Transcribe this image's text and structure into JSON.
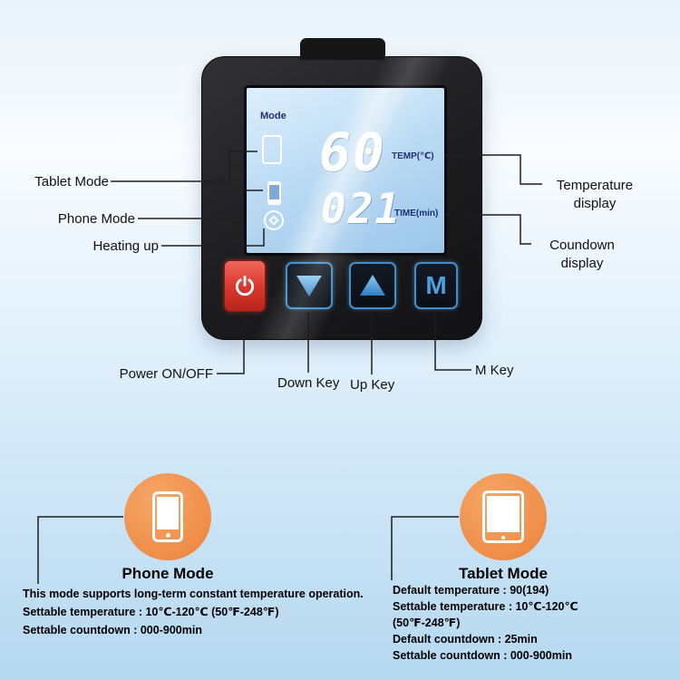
{
  "device": {
    "lcd": {
      "mode_label": "Mode",
      "temp_value": "60",
      "temp_unit": "TEMP(℃)",
      "time_value": "021",
      "time_unit": "TIME(min)"
    },
    "buttons": {
      "m_label": "M"
    }
  },
  "callouts": {
    "tablet_mode": "Tablet Mode",
    "phone_mode": "Phone Mode",
    "heating_up": "Heating up",
    "temperature_display": "Temperature display",
    "countdown_display": "Coundown display",
    "power_on_off": "Power ON/OFF",
    "down_key": "Down Key",
    "up_key": "Up Key",
    "m_key": "M Key"
  },
  "sections": [
    {
      "title": "Phone Mode",
      "lines": [
        "This mode supports long-term constant temperature operation.",
        "Settable temperature : 10℃-120℃ (50℉-248℉)",
        "Settable countdown : 000-900min"
      ]
    },
    {
      "title": "Tablet Mode",
      "lines": [
        "Default temperature : 90(194)",
        "Settable temperature : 10℃-120℃ (50℉-248℉)",
        "Default countdown : 25min",
        "Settable countdown : 000-900min"
      ]
    }
  ],
  "colors": {
    "accent_orange": "#f0914d",
    "power_red": "#d8362b",
    "key_blue": "#4aa0e0",
    "lcd_navy": "#1d3070",
    "lcd_blue": "#bcdcf4"
  }
}
